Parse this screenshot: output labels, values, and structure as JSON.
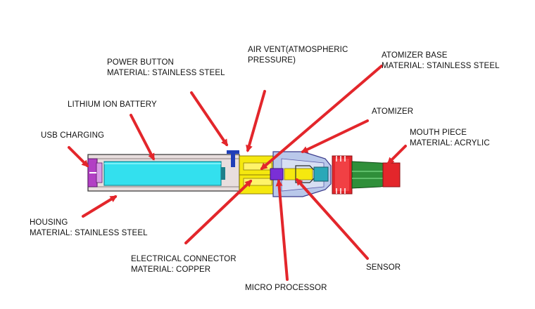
{
  "labels": {
    "power_button": [
      "POWER BUTTON",
      "MATERIAL: STAINLESS STEEL"
    ],
    "air_vent": [
      "AIR VENT(ATMOSPHERIC",
      "PRESSURE)"
    ],
    "atomizer_base": [
      "ATOMIZER BASE",
      "MATERIAL: STAINLESS STEEL"
    ],
    "lithium_battery": [
      "LITHIUM ION BATTERY"
    ],
    "atomizer": [
      "ATOMIZER"
    ],
    "usb_charging": [
      "USB CHARGING"
    ],
    "mouth_piece": [
      "MOUTH PIECE",
      "MATERIAL: ACRYLIC"
    ],
    "housing": [
      "HOUSING",
      "MATERIAL: STAINLESS STEEL"
    ],
    "electrical_connector": [
      "ELECTRICAL CONNECTOR",
      "MATERIAL: COPPER"
    ],
    "sensor": [
      "SENSOR"
    ],
    "micro_processor": [
      "MICRO PROCESSOR"
    ]
  },
  "colors": {
    "arrow": "#e3262b",
    "housing_fill": "#e8dede",
    "housing_stroke": "#3a3a3a",
    "battery": "#33e0ee",
    "usb": "#b23fc4",
    "power_button": "#1f3fb8",
    "connector": "#f5e80f",
    "microprocessor": "#7a2fd6",
    "atomizer_base": "#7d7ae8",
    "atomizer_housing": "#b9c8ea",
    "atomizer": "#2aa8b8",
    "mouthpiece": "#e3262b",
    "mouthpiece_tube": "#2f8f3a"
  }
}
